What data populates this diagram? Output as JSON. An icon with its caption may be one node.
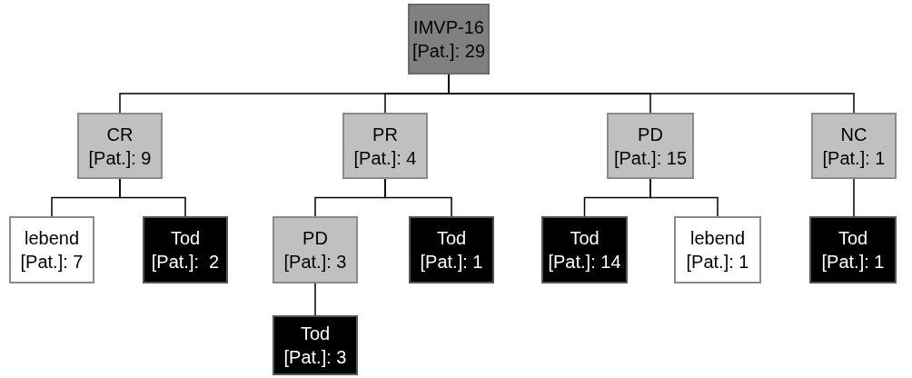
{
  "diagram": {
    "nodes": [
      {
        "text": [
          "IMVP-16",
          "[Pat.]: 29"
        ]
      },
      {
        "text": [
          "CR",
          "[Pat.]: 9"
        ]
      },
      {
        "text": [
          "PR",
          "[Pat.]: 4"
        ]
      },
      {
        "text": [
          "PD",
          "[Pat.]: 15"
        ]
      },
      {
        "text": [
          "NC",
          "[Pat.]: 1"
        ]
      },
      {
        "text": [
          "lebend",
          "[Pat.]: 7"
        ]
      },
      {
        "text": [
          "Tod",
          "[Pat.]:  2"
        ]
      },
      {
        "text": [
          "PD",
          "[Pat.]: 3"
        ]
      },
      {
        "text": [
          "Tod",
          "[Pat.]: 1"
        ]
      },
      {
        "text": [
          "Tod",
          "[Pat.]: 14"
        ]
      },
      {
        "text": [
          "lebend",
          "[Pat.]: 1"
        ]
      },
      {
        "text": [
          "Tod",
          "[Pat.]: 1"
        ]
      },
      {
        "text": [
          "Tod",
          "[Pat.]: 3"
        ]
      }
    ],
    "edges": [
      {
        "from": 0,
        "to": 1,
        "arrow": "none"
      },
      {
        "from": 0,
        "to": 2,
        "arrow": "none"
      },
      {
        "from": 0,
        "to": 3,
        "arrow": "none"
      },
      {
        "from": 0,
        "to": 4,
        "arrow": "none"
      },
      {
        "from": 1,
        "to": 5,
        "arrow": "none"
      },
      {
        "from": 1,
        "to": 6,
        "arrow": "none"
      },
      {
        "from": 2,
        "to": 7,
        "arrow": "none"
      },
      {
        "from": 2,
        "to": 8,
        "arrow": "none"
      },
      {
        "from": 3,
        "to": 9,
        "arrow": "none"
      },
      {
        "from": 3,
        "to": 10,
        "arrow": "none"
      },
      {
        "from": 4,
        "to": 11,
        "arrow": "none"
      },
      {
        "from": 7,
        "to": 12,
        "arrow": "none"
      }
    ]
  }
}
